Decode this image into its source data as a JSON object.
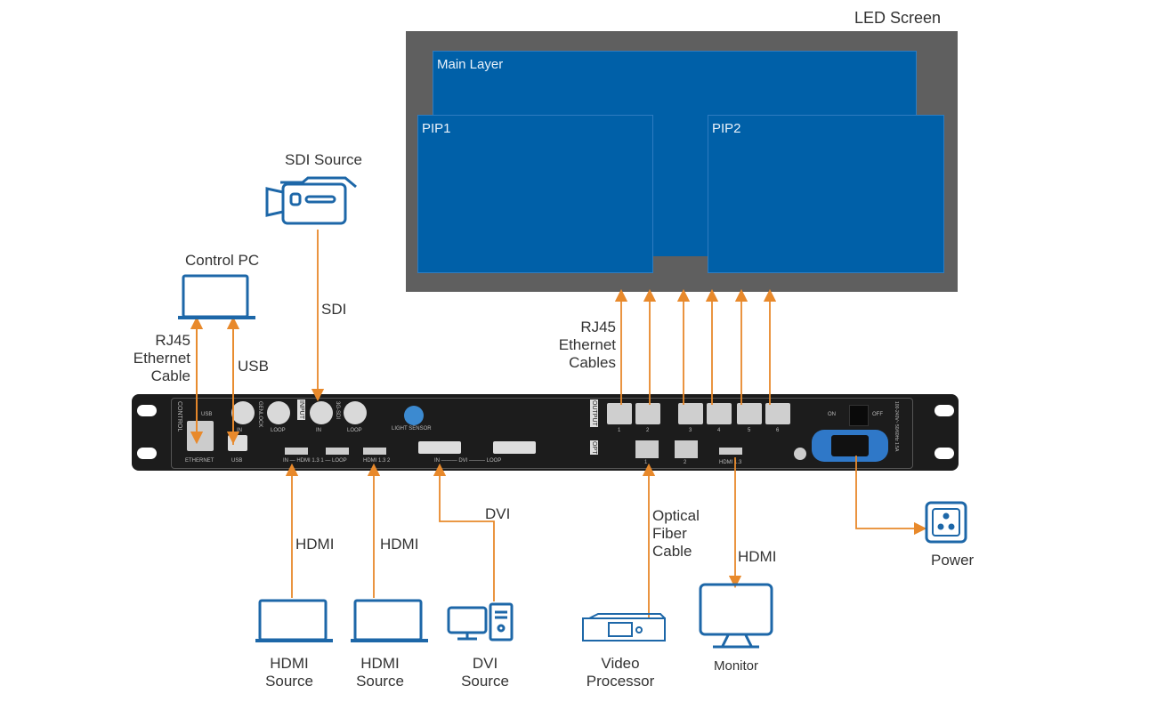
{
  "led_screen": {
    "title": "LED Screen",
    "layers": [
      {
        "name": "Main Layer"
      },
      {
        "name": "PIP1"
      },
      {
        "name": "PIP2"
      }
    ]
  },
  "sources": {
    "sdi": {
      "label": "SDI Source",
      "cable": "SDI"
    },
    "control_pc": {
      "label": "Control PC",
      "cables": [
        "RJ45\nEthernet\nCable",
        "USB"
      ],
      "rj45_label": [
        "RJ45",
        "Ethernet",
        "Cable"
      ],
      "usb_label": "USB"
    },
    "hdmi1": {
      "label": [
        "HDMI",
        "Source"
      ],
      "cable": "HDMI"
    },
    "hdmi2": {
      "label": [
        "HDMI",
        "Source"
      ],
      "cable": "HDMI"
    },
    "dvi": {
      "label": [
        "DVI",
        "Source"
      ],
      "cable": "DVI"
    },
    "video_processor": {
      "label": [
        "Video",
        "Processor"
      ],
      "cable": [
        "Optical",
        "Fiber",
        "Cable"
      ]
    },
    "monitor": {
      "label": "Monitor",
      "cable": "HDMI"
    },
    "power": {
      "label": "Power"
    }
  },
  "output_cables": {
    "label": [
      "RJ45",
      "Ethernet",
      "Cables"
    ],
    "count": 6
  },
  "device": {
    "control_label": "CONTROL",
    "input_label": "INPUT",
    "output_label": "OUTPUT",
    "opt_label": "OPT",
    "ports": {
      "usb_top": "USB",
      "ethernet": "ETHERNET",
      "usb": "USB",
      "genlock": "GENLOCK",
      "genlock_in": "IN",
      "genlock_loop": "LOOP",
      "sdi": "3G-SDI",
      "sdi_in": "IN",
      "sdi_loop": "LOOP",
      "light_sensor": "LIGHT SENSOR",
      "hdmi1": "IN — HDMI 1.3 1 — LOOP",
      "hdmi2": "HDMI 1.3 2",
      "dvi": "IN ——— DVI ——— LOOP",
      "output_numbers": [
        "1",
        "2",
        "3",
        "4",
        "5",
        "6"
      ],
      "opt_numbers": [
        "1",
        "2"
      ],
      "hdmi_out": "HDMI 1.3",
      "switch_on": "ON",
      "switch_off": "OFF",
      "power_rating": "100-240V~ 50/60Hz 1.5A"
    }
  },
  "colors": {
    "accent_orange": "#e8892b",
    "icon_blue": "#1d67a8",
    "layer_blue": "#0060a8",
    "frame_gray": "#5f5f5f",
    "device_black": "#1c1c1c"
  }
}
